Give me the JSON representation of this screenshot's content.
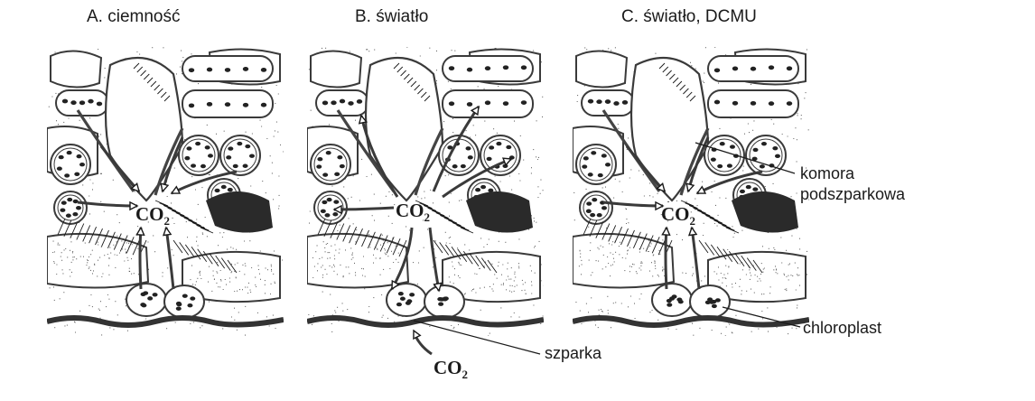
{
  "panels": [
    {
      "id": "a",
      "title": "A. ciemność"
    },
    {
      "id": "b",
      "title": "B. światło"
    },
    {
      "id": "c",
      "title": "C. światło, DCMU"
    }
  ],
  "labels": {
    "chamber_line1": "komora",
    "chamber_line2": "podszparkowa",
    "chloroplast": "chloroplast",
    "stoma": "szparka"
  },
  "co2": {
    "main": "CO",
    "sub": "2"
  },
  "colors": {
    "ink": "#1a1a1a",
    "cell_wall": "#3a3a3a",
    "stipple": "#555555",
    "chloroplast_dot": "#222222"
  }
}
